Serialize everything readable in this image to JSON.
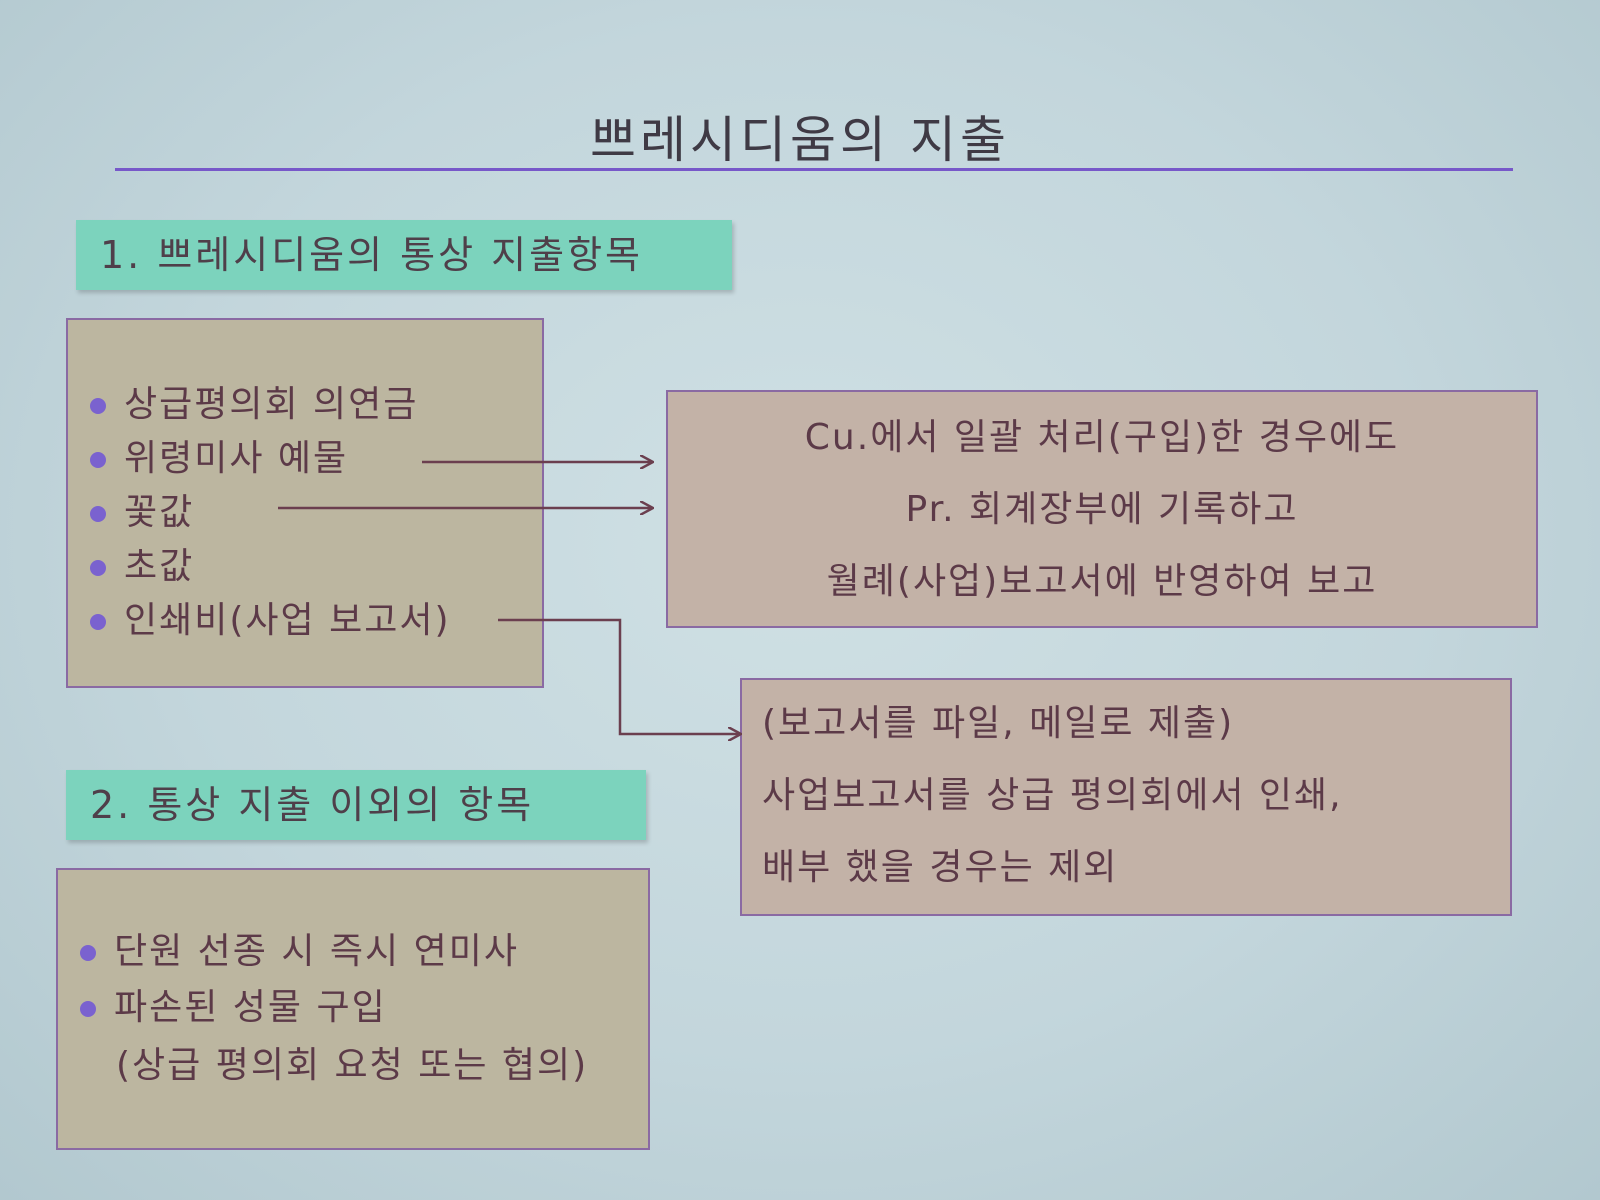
{
  "title": "쁘레시디움의 지출",
  "section1": {
    "label": "1. 쁘레시디움의 통상 지출항목",
    "items": [
      "상급평의회 의연금",
      "위령미사 예물",
      "꽃값",
      "초값",
      "인쇄비(사업 보고서)"
    ]
  },
  "note_box_1": {
    "lines": [
      "Cu.에서 일괄 처리(구입)한 경우에도",
      "Pr. 회계장부에 기록하고",
      "월례(사업)보고서에 반영하여 보고"
    ]
  },
  "note_box_2": {
    "lines": [
      "(보고서를 파일, 메일로 제출)",
      "사업보고서를 상급 평의회에서 인쇄,",
      "배부 했을 경우는 제외"
    ]
  },
  "section2": {
    "label": "2. 통상 지출 이외의 항목",
    "items": [
      "단원 선종 시 즉시 연미사",
      "파손된 성물 구입"
    ],
    "note": "(상급 평의회 요청 또는 협의)"
  },
  "colors": {
    "label_bg": "#7cd3bd",
    "title_rule": "#7758c9",
    "bullet": "#7a62cf",
    "arrow": "#6b3f4f",
    "box_olive": "#bcb6a0",
    "box_taupe": "#c3b2a7"
  }
}
